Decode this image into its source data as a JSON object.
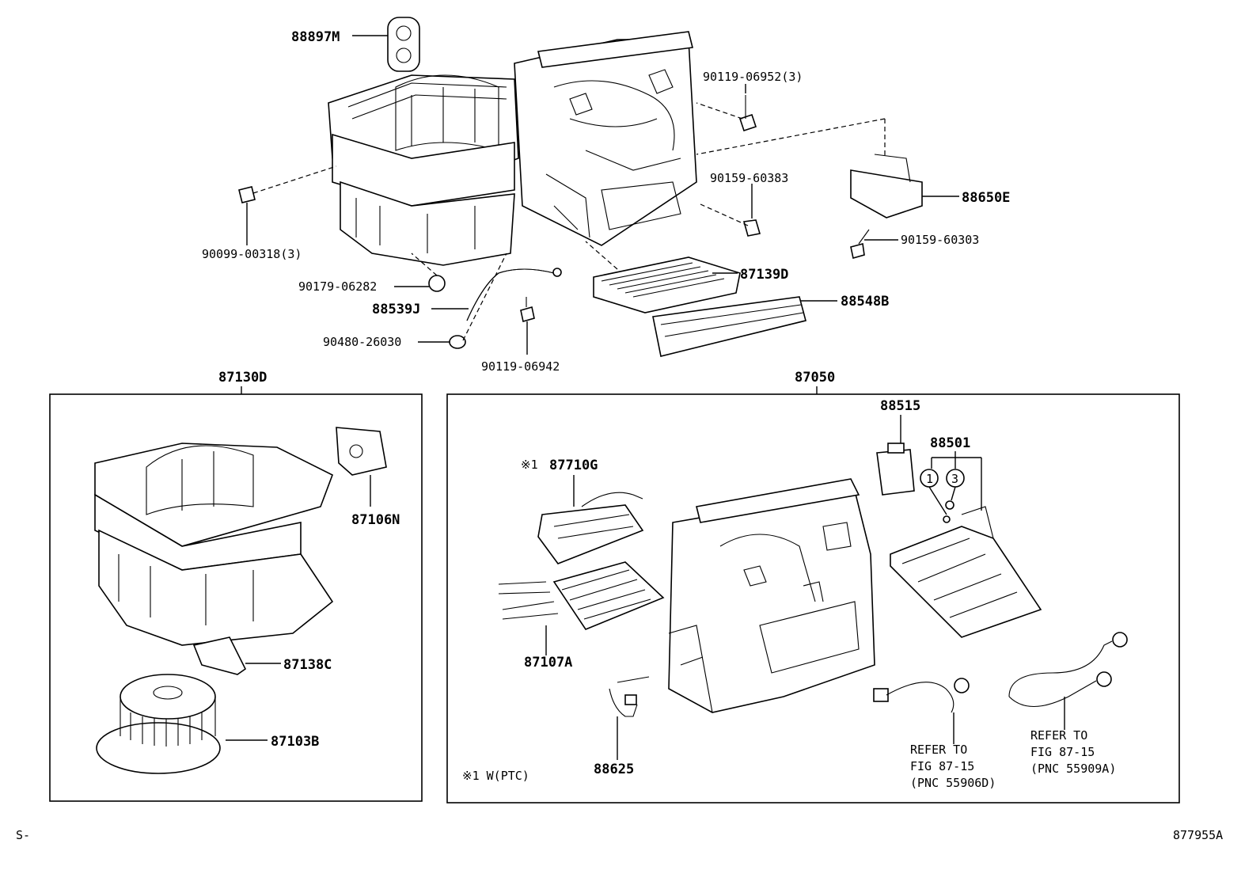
{
  "labels": {
    "p88897M": "88897M",
    "p90119_06952": "90119-06952(3)",
    "p90159_60383": "90159-60383",
    "p88650E": "88650E",
    "p90159_60303": "90159-60303",
    "p90099_00318": "90099-00318(3)",
    "p90179_06282": "90179-06282",
    "p88539J": "88539J",
    "p90480_26030": "90480-26030",
    "p90119_06942": "90119-06942",
    "p87139D": "87139D",
    "p88548B": "88548B",
    "p87130D": "87130D",
    "p87106N": "87106N",
    "p87138C": "87138C",
    "p87103B": "87103B",
    "p87050": "87050",
    "p88515": "88515",
    "p88501": "88501",
    "p87710G": "87710G",
    "mark1": "※1",
    "p87107A": "87107A",
    "p88625": "88625",
    "footnote": "※1 W(PTC)",
    "circle1": "1",
    "circle3": "3",
    "ref1_line1": "REFER TO",
    "ref1_line2": "FIG 87-15",
    "ref1_line3": "(PNC 55906D)",
    "ref2_line1": "REFER TO",
    "ref2_line2": "FIG 87-15",
    "ref2_line3": "(PNC 55909A)",
    "corner_left": "S-",
    "corner_right": "877955A"
  }
}
